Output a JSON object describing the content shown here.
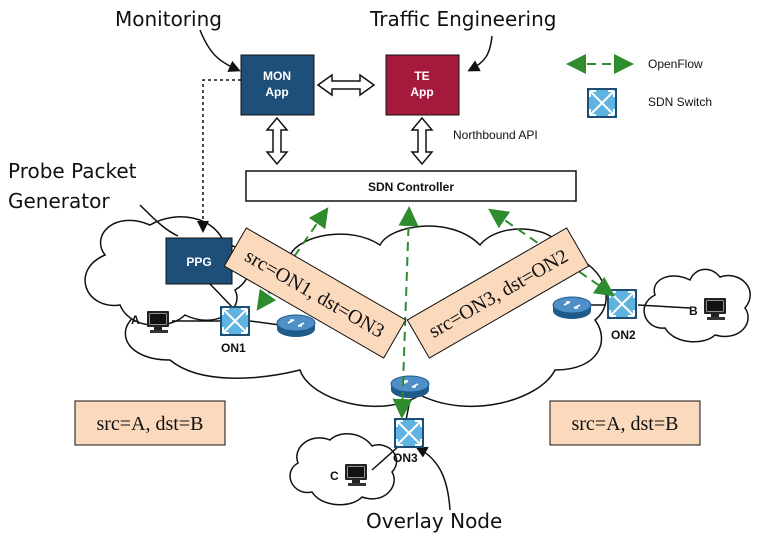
{
  "annotations": {
    "monitoring": "Monitoring",
    "traffic_engineering": "Traffic Engineering",
    "probe_packet_generator_line1": "Probe Packet",
    "probe_packet_generator_line2": "Generator",
    "overlay_node": "Overlay Node"
  },
  "apps": {
    "mon_line1": "MON",
    "mon_line2": "App",
    "te_line1": "TE",
    "te_line2": "App",
    "northbound": "Northbound API"
  },
  "controller": {
    "label": "SDN Controller"
  },
  "legend": {
    "openflow": "OpenFlow",
    "sdn_switch": "SDN Switch"
  },
  "nodes": {
    "ppg": "PPG",
    "on1": "ON1",
    "on2": "ON2",
    "on3": "ON3",
    "host_a": "A",
    "host_b": "B",
    "host_c": "C"
  },
  "flows": {
    "left_tilted": "src=ON1, dst=ON3",
    "right_tilted": "src=ON3, dst=ON2",
    "left_box": "src=A, dst=B",
    "right_box": "src=A, dst=B"
  },
  "colors": {
    "mon_app": "#1e4f79",
    "te_app": "#a51a3c",
    "openflow_green": "#2e8b2e",
    "flow_box": "#fbd9bd",
    "switch_blue": "#5fb3e0"
  }
}
